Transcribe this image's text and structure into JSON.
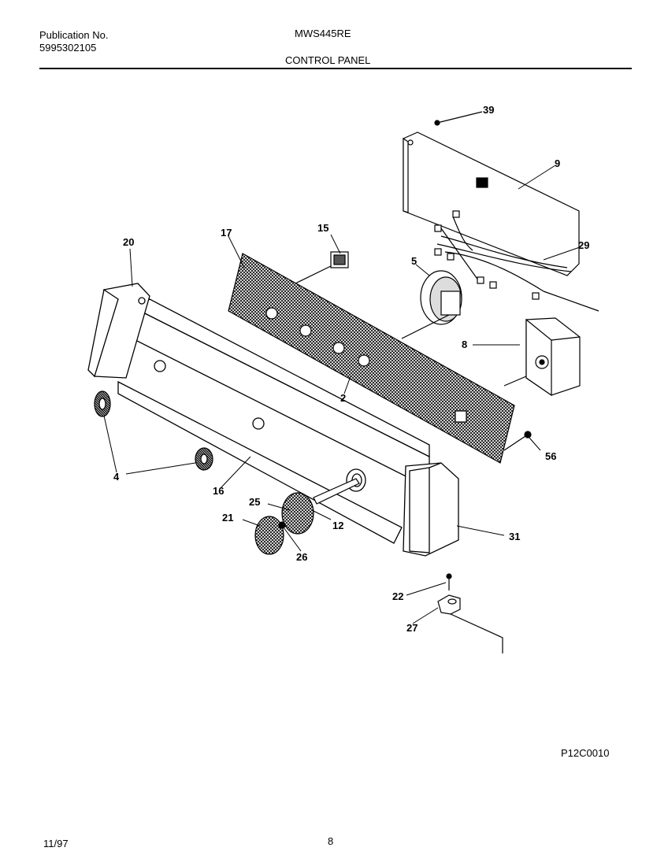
{
  "header": {
    "publication_label": "Publication No.",
    "publication_number": "5995302105",
    "model": "MWS445RE",
    "section_title": "CONTROL PANEL"
  },
  "figure": {
    "code": "P12C0010",
    "callouts": [
      "39",
      "9",
      "29",
      "15",
      "17",
      "20",
      "5",
      "8",
      "2",
      "4",
      "56",
      "16",
      "25",
      "12",
      "21",
      "26",
      "31",
      "22",
      "27"
    ]
  },
  "footer": {
    "date": "11/97",
    "page": "8"
  }
}
